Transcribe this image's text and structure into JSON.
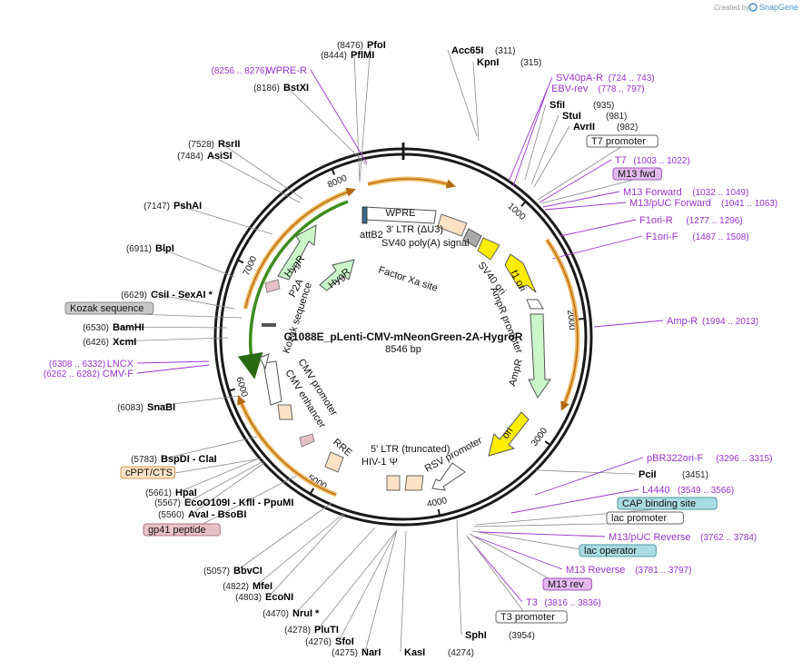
{
  "credit": {
    "text": "Created by",
    "brand": "SnapGene"
  },
  "map": {
    "name": "G1088E_pLenti-CMV-mNeonGreen-2A-HygroR",
    "size": "8546 bp",
    "total_bp": 8546
  },
  "ticks": [
    {
      "bp": 1000,
      "label": "1000"
    },
    {
      "bp": 2000,
      "label": "2000"
    },
    {
      "bp": 3000,
      "label": "3000"
    },
    {
      "bp": 4000,
      "label": "4000"
    },
    {
      "bp": 5000,
      "label": "5000"
    },
    {
      "bp": 6000,
      "label": "6000"
    },
    {
      "bp": 7000,
      "label": "7000"
    },
    {
      "bp": 8000,
      "label": "8000"
    }
  ],
  "sites": [
    {
      "pos": "(8476)",
      "name": "PfoI",
      "side": "left"
    },
    {
      "pos": "(8444)",
      "name": "PflMI",
      "side": "left"
    },
    {
      "pos": "(8186)",
      "name": "BstXI",
      "side": "left"
    },
    {
      "pos": "(7528)",
      "name": "RsrII",
      "side": "left"
    },
    {
      "pos": "(7484)",
      "name": "AsiSI",
      "side": "left"
    },
    {
      "pos": "(7147)",
      "name": "PshAI",
      "side": "left"
    },
    {
      "pos": "(6911)",
      "name": "BlpI",
      "side": "left"
    },
    {
      "pos": "(6629)",
      "name": "CsiI  -  SexAI *",
      "side": "left"
    },
    {
      "pos": "(6530)",
      "name": "BamHI",
      "side": "left"
    },
    {
      "pos": "(6426)",
      "name": "XcmI",
      "side": "left"
    },
    {
      "pos": "(6083)",
      "name": "SnaBI",
      "side": "left"
    },
    {
      "pos": "(5783)",
      "name": "BspDI  - ClaI",
      "side": "left"
    },
    {
      "pos": "(5661)",
      "name": "HpaI",
      "side": "left"
    },
    {
      "pos": "(5567)",
      "name": "EcoO109I  - KflI  - PpuMI",
      "side": "left"
    },
    {
      "pos": "(5560)",
      "name": "AvaI  - BsoBI",
      "side": "left"
    },
    {
      "pos": "(5057)",
      "name": "BbvCI",
      "side": "left"
    },
    {
      "pos": "(4822)",
      "name": "MfeI",
      "side": "left"
    },
    {
      "pos": "(4803)",
      "name": "EcoNI",
      "side": "left"
    },
    {
      "pos": "(4470)",
      "name": "NruI *",
      "side": "left"
    },
    {
      "pos": "(4278)",
      "name": "PluTI",
      "side": "left"
    },
    {
      "pos": "(4276)",
      "name": "SfoI",
      "side": "left"
    },
    {
      "pos": "(4275)",
      "name": "NarI",
      "side": "left"
    },
    {
      "pos": "(4274)",
      "name": "KasI",
      "side": "right"
    },
    {
      "pos": "(3954)",
      "name": "SphI",
      "side": "right"
    },
    {
      "pos": "(3451)",
      "name": "PciI",
      "side": "right"
    },
    {
      "pos": "(311)",
      "name": "Acc65I",
      "side": "right"
    },
    {
      "pos": "(315)",
      "name": "KpnI",
      "side": "right"
    },
    {
      "pos": "(935)",
      "name": "SfiI",
      "side": "right"
    },
    {
      "pos": "(981)",
      "name": "StuI",
      "side": "right"
    },
    {
      "pos": "(982)",
      "name": "AvrII",
      "side": "right"
    }
  ],
  "primers": [
    {
      "name": "WPRE-R",
      "pos": "(8256 .. 8276)",
      "side": "left"
    },
    {
      "name": "LNCX",
      "pos": "(6308 .. 6332)",
      "side": "left"
    },
    {
      "name": "CMV-F",
      "pos": "(6262 .. 6282)",
      "side": "left"
    },
    {
      "name": "SV40pA-R",
      "pos": "(724 .. 743)",
      "side": "right"
    },
    {
      "name": "EBV-rev",
      "pos": "(778 .. 797)",
      "side": "right"
    },
    {
      "name": "T7",
      "pos": "(1003 .. 1022)",
      "side": "right"
    },
    {
      "name": "M13 Forward",
      "pos": "(1032 .. 1049)",
      "side": "right"
    },
    {
      "name": "M13/pUC Forward",
      "pos": "(1041 .. 1063)",
      "side": "right"
    },
    {
      "name": "F1ori-R",
      "pos": "(1277 .. 1296)",
      "side": "right"
    },
    {
      "name": "F1ori-F",
      "pos": "(1487 .. 1508)",
      "side": "right"
    },
    {
      "name": "Amp-R",
      "pos": "(1994 .. 2013)",
      "side": "right"
    },
    {
      "name": "pBR322ori-F",
      "pos": "(3296 .. 3315)",
      "side": "right"
    },
    {
      "name": "L4440",
      "pos": "(3549 .. 3566)",
      "side": "right"
    },
    {
      "name": "M13/pUC Reverse",
      "pos": "(3762 .. 3784)",
      "side": "right"
    },
    {
      "name": "M13 Reverse",
      "pos": "(3781 .. 3797)",
      "side": "right"
    },
    {
      "name": "T3",
      "pos": "(3816 .. 3836)",
      "side": "right"
    }
  ],
  "boxed_labels": [
    {
      "text": "T7 promoter",
      "color": "#ffffff",
      "border": "#666666"
    },
    {
      "text": "M13 fwd",
      "color": "#e2b8ee",
      "border": "#9c57b0"
    },
    {
      "text": "Kozak sequence",
      "color": "#c8c8c8",
      "border": "#888888"
    },
    {
      "text": "cPPT/CTS",
      "color": "#fde2c4",
      "border": "#d99a55"
    },
    {
      "text": "gp41 peptide",
      "color": "#e8c0c8",
      "border": "#b07784"
    },
    {
      "text": "CAP binding site",
      "color": "#a9dbe2",
      "border": "#4e9aa6"
    },
    {
      "text": "lac promoter",
      "color": "#ffffff",
      "border": "#666666"
    },
    {
      "text": "lac operator",
      "color": "#a9dbe2",
      "border": "#4e9aa6"
    },
    {
      "text": "M13 rev",
      "color": "#e2b8ee",
      "border": "#9c57b0"
    },
    {
      "text": "T3 promoter",
      "color": "#ffffff",
      "border": "#666666"
    }
  ],
  "features": [
    {
      "name": "WPRE",
      "color": "#ffffff"
    },
    {
      "name": "3' LTR (ΔU3)",
      "color": "#fde2c4"
    },
    {
      "name": "SV40 poly(A) signal",
      "color": "#a8a8a8"
    },
    {
      "name": "SV40 ori",
      "color": "#ffee00"
    },
    {
      "name": "f1 ori",
      "color": "#ffee00"
    },
    {
      "name": "AmpR promoter",
      "color": "#ffffff"
    },
    {
      "name": "AmpR",
      "color": "#c9f7c9"
    },
    {
      "name": "ori",
      "color": "#ffee00"
    },
    {
      "name": "RSV promoter",
      "color": "#ffffff"
    },
    {
      "name": "5' LTR (truncated)",
      "color": "#fde2c4"
    },
    {
      "name": "HIV-1 Ψ",
      "color": "#fde2c4"
    },
    {
      "name": "RRE",
      "color": "#fde2c4"
    },
    {
      "name": "CMV enhancer",
      "color": "#ffffff"
    },
    {
      "name": "CMV promoter",
      "color": "#ffffff"
    },
    {
      "name": "Kozak sequence",
      "color": "#c8c8c8"
    },
    {
      "name": "P2A",
      "color": "#e8c0c8"
    },
    {
      "name": "HygR",
      "color": "#c9f7c9"
    },
    {
      "name": "attB2",
      "color": "#3a6a8a"
    },
    {
      "name": "Factor Xa site",
      "color": "#ffffff"
    }
  ],
  "colors": {
    "backbone": "#1a1a1a",
    "primer": "#9933cc",
    "orf_arc": "#e8a33c",
    "green_arc": "#3c8c1e",
    "leader": "#8a8a8a"
  }
}
